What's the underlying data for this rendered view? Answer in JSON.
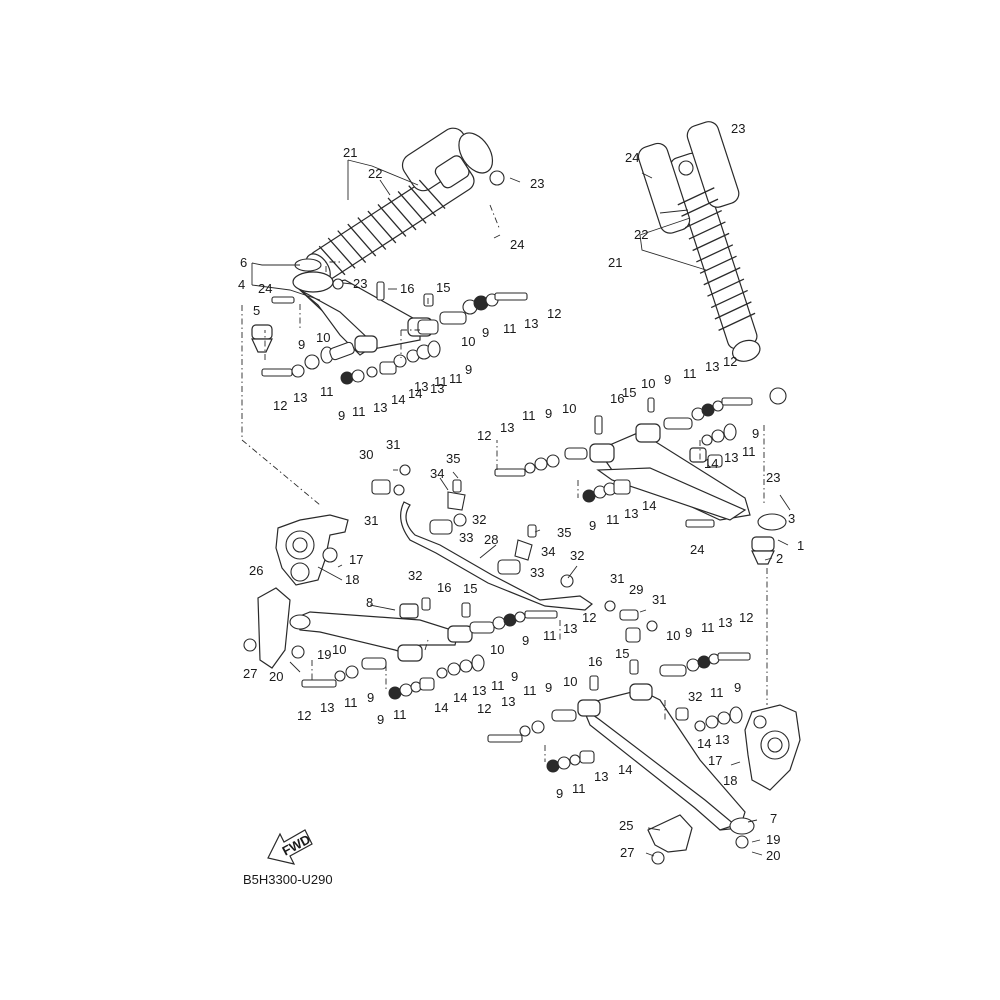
{
  "diagram": {
    "code": "B5H3300-U290",
    "fwd_label": "FWD"
  },
  "callouts": {
    "c1": "21",
    "c2": "22",
    "c3": "23",
    "c4": "24",
    "c5": "6",
    "c6": "4",
    "c7": "5",
    "c8": "24",
    "c9": "23",
    "c10": "16",
    "c11": "15",
    "c12": "12",
    "c13": "13",
    "c14": "11",
    "c15": "9",
    "c16": "10",
    "c17": "10",
    "c18": "9",
    "c19": "11",
    "c20": "13",
    "c21": "11",
    "c22": "9",
    "c23": "12",
    "c24": "13",
    "c25": "11",
    "c26": "9",
    "c27": "11",
    "c28": "13",
    "c29": "14",
    "c30": "14",
    "c31": "13",
    "c32": "23",
    "c33": "24",
    "c34": "22",
    "c35": "21",
    "c36": "12",
    "c37": "13",
    "c38": "11",
    "c39": "9",
    "c40": "10",
    "c41": "15",
    "c42": "16",
    "c43": "9",
    "c44": "11",
    "c45": "13",
    "c46": "14",
    "c47": "12",
    "c48": "13",
    "c49": "11",
    "c50": "9",
    "c51": "10",
    "c52": "9",
    "c53": "11",
    "c54": "13",
    "c55": "14",
    "c56": "23",
    "c57": "3",
    "c58": "1",
    "c59": "2",
    "c60": "24",
    "c61": "31",
    "c62": "30",
    "c63": "35",
    "c64": "34",
    "c65": "31",
    "c66": "32",
    "c67": "33",
    "c68": "35",
    "c69": "28",
    "c70": "34",
    "c71": "33",
    "c72": "32",
    "c73": "17",
    "c74": "18",
    "c75": "26",
    "c76": "8",
    "c77": "32",
    "c78": "16",
    "c79": "15",
    "c80": "27",
    "c81": "19",
    "c82": "20",
    "c83": "10",
    "c84": "9",
    "c85": "11",
    "c86": "13",
    "c87": "12",
    "c88": "10",
    "c89": "13",
    "c90": "12",
    "c91": "11",
    "c92": "9",
    "c93": "13",
    "c94": "11",
    "c95": "9",
    "c96": "14",
    "c97": "14",
    "c98": "11",
    "c99": "9",
    "c100": "31",
    "c101": "29",
    "c102": "31",
    "c103": "10",
    "c104": "9",
    "c105": "11",
    "c106": "13",
    "c107": "12",
    "c108": "16",
    "c109": "15",
    "c110": "11",
    "c111": "9",
    "c112": "10",
    "c113": "12",
    "c114": "13",
    "c115": "32",
    "c116": "11",
    "c117": "9",
    "c118": "14",
    "c119": "13",
    "c120": "9",
    "c121": "11",
    "c122": "13",
    "c123": "14",
    "c124": "17",
    "c125": "18",
    "c126": "7",
    "c127": "25",
    "c128": "19",
    "c129": "27",
    "c130": "20"
  }
}
